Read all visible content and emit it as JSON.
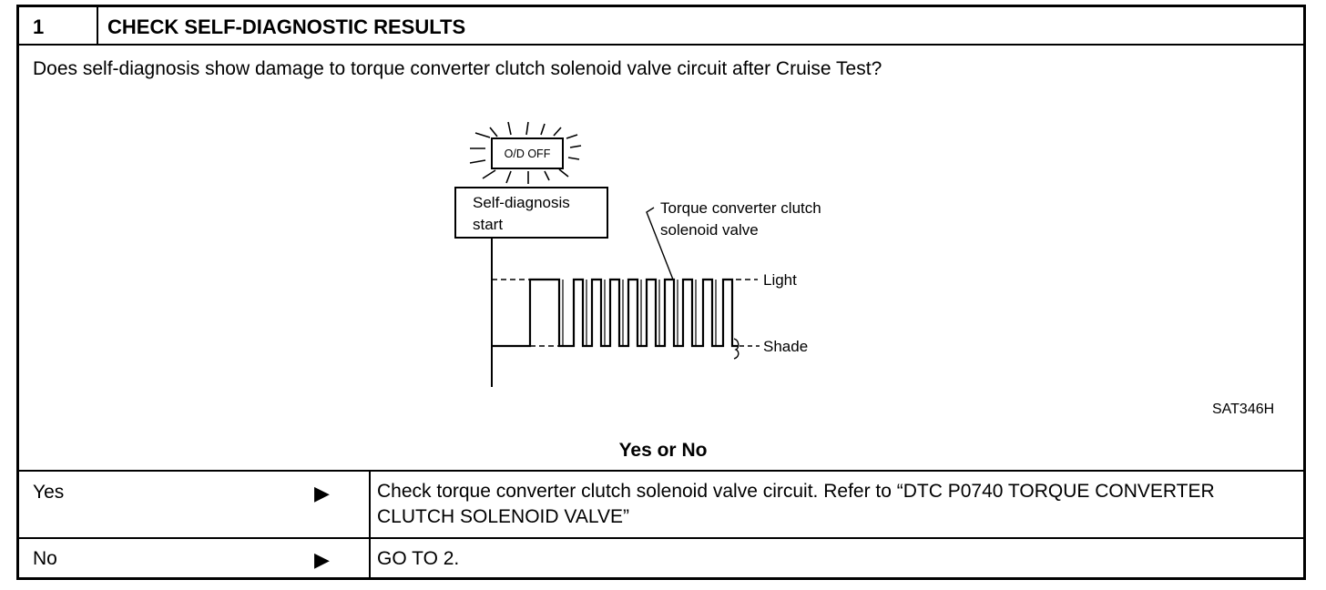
{
  "header": {
    "step_number": "1",
    "title": "CHECK SELF-DIAGNOSTIC RESULTS"
  },
  "question": "Does self-diagnosis show damage to torque converter clutch solenoid valve circuit after Cruise Test?",
  "figure": {
    "lamp_label": "O/D OFF",
    "start_label_line1": "Self-diagnosis",
    "start_label_line2": "start",
    "callout_line1": "Torque converter clutch",
    "callout_line2": "solenoid valve",
    "light_label": "Light",
    "shade_label": "Shade",
    "figure_id": "SAT346H"
  },
  "prompt": "Yes or No",
  "answers": [
    {
      "label": "Yes",
      "arrow": "▶",
      "text": "Check torque converter clutch solenoid valve circuit. Refer to “DTC P0740 TORQUE CONVERTER CLUTCH SOLENOID VALVE”"
    },
    {
      "label": "No",
      "arrow": "▶",
      "text": "GO TO 2."
    }
  ]
}
